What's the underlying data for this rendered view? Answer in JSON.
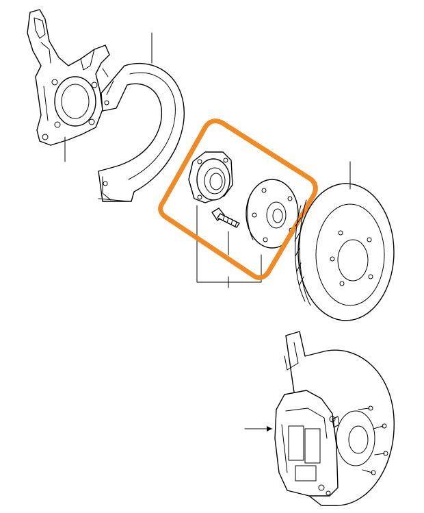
{
  "diagram": {
    "parts": [
      {
        "id": "steering-knuckle",
        "label": ""
      },
      {
        "id": "dust-shield",
        "label": ""
      },
      {
        "id": "wheel-bearing",
        "label": ""
      },
      {
        "id": "hub-bolt",
        "label": ""
      },
      {
        "id": "wheel-hub",
        "label": ""
      },
      {
        "id": "brake-disc",
        "label": ""
      },
      {
        "id": "brake-caliper-assembly",
        "label": ""
      }
    ],
    "highlight": {
      "color": "#f08a24",
      "encloses": [
        "wheel-bearing",
        "hub-bolt",
        "wheel-hub"
      ]
    },
    "line_color": "#000000",
    "background": "#ffffff"
  }
}
